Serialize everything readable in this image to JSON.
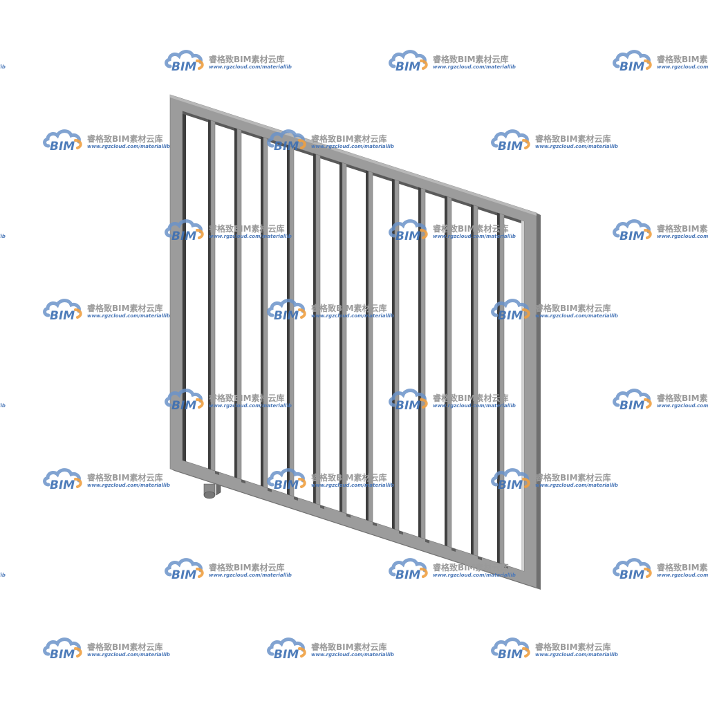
{
  "watermark": {
    "badge_text": "BIM",
    "title": "睿格致BIM素材云库",
    "url": "www.rgzcloud.com/materiallib",
    "colors": {
      "cloud": "#6b93c9",
      "cloud_dark": "#3d6fb3",
      "accent": "#f0a040",
      "title": "#9a9a9a"
    }
  },
  "gate": {
    "bar_count": 12,
    "colors": {
      "frame_front": "#9c9c9c",
      "frame_top": "#b8b8b8",
      "frame_side": "#6f6f6f",
      "bar_front": "#9a9a9a",
      "bar_shadow": "#3e3e3e",
      "hinge": "#8a8a8a"
    }
  }
}
